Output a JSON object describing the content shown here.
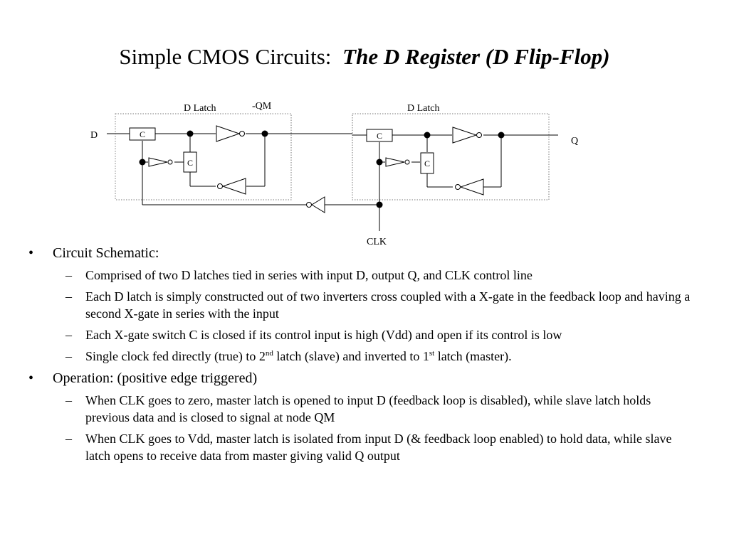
{
  "title": {
    "prefix": "Simple CMOS Circuits:",
    "emphasis": "The D Register (D Flip-Flop)"
  },
  "schematic": {
    "labels": {
      "latch_left": "D Latch",
      "latch_right": "D Latch",
      "qm": "-QM",
      "d": "D",
      "q": "Q",
      "clk": "CLK",
      "switch": "C"
    }
  },
  "bullets": {
    "b1": {
      "marker": "•",
      "text": "Circuit Schematic:",
      "items": [
        {
          "marker": "–",
          "text": "Comprised of two D latches tied in series with input D, output Q, and CLK control line"
        },
        {
          "marker": "–",
          "text": "Each D latch is simply constructed out of two inverters cross coupled with a X-gate in the feedback loop and having a second X-gate in series with the input"
        },
        {
          "marker": "–",
          "text": "Each X-gate switch C is closed if its control input is high (Vdd) and open if its control is low"
        }
      ],
      "item4": {
        "marker": "–",
        "part1": "Single clock fed directly (true) to 2",
        "sup1": "nd",
        "part2": " latch (slave) and inverted to 1",
        "sup2": "st",
        "part3": " latch (master)."
      }
    },
    "b2": {
      "marker": "•",
      "text": "Operation:  (positive edge triggered)",
      "items": [
        {
          "marker": "–",
          "text": "When CLK goes to zero, master latch is opened to input D (feedback loop is disabled), while slave latch holds previous data and is closed to signal at node QM"
        },
        {
          "marker": "–",
          "text": "When CLK goes to Vdd, master latch is isolated from input D (& feedback loop enabled) to hold data, while slave latch opens to receive data from master giving valid Q output"
        }
      ]
    }
  }
}
